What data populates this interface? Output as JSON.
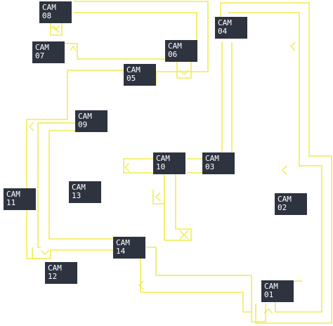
{
  "map": {
    "path_color": "#f1ec4f",
    "button_color": "#2e3340",
    "button_text_color": "#ffffff",
    "cameras": [
      {
        "id": "08",
        "line1": "CAM",
        "line2": "08"
      },
      {
        "id": "07",
        "line1": "CAM",
        "line2": "07"
      },
      {
        "id": "06",
        "line1": "CAM",
        "line2": "06"
      },
      {
        "id": "05",
        "line1": "CAM",
        "line2": "05"
      },
      {
        "id": "04",
        "line1": "CAM",
        "line2": "04"
      },
      {
        "id": "09",
        "line1": "CAM",
        "line2": "09"
      },
      {
        "id": "10",
        "line1": "CAM",
        "line2": "10"
      },
      {
        "id": "03",
        "line1": "CAM",
        "line2": "03"
      },
      {
        "id": "11",
        "line1": "CAM",
        "line2": "11"
      },
      {
        "id": "13",
        "line1": "CAM",
        "line2": "13"
      },
      {
        "id": "02",
        "line1": "CAM",
        "line2": "02"
      },
      {
        "id": "14",
        "line1": "CAM",
        "line2": "14"
      },
      {
        "id": "12",
        "line1": "CAM",
        "line2": "12"
      },
      {
        "id": "01",
        "line1": "CAM",
        "line2": "01"
      }
    ]
  }
}
